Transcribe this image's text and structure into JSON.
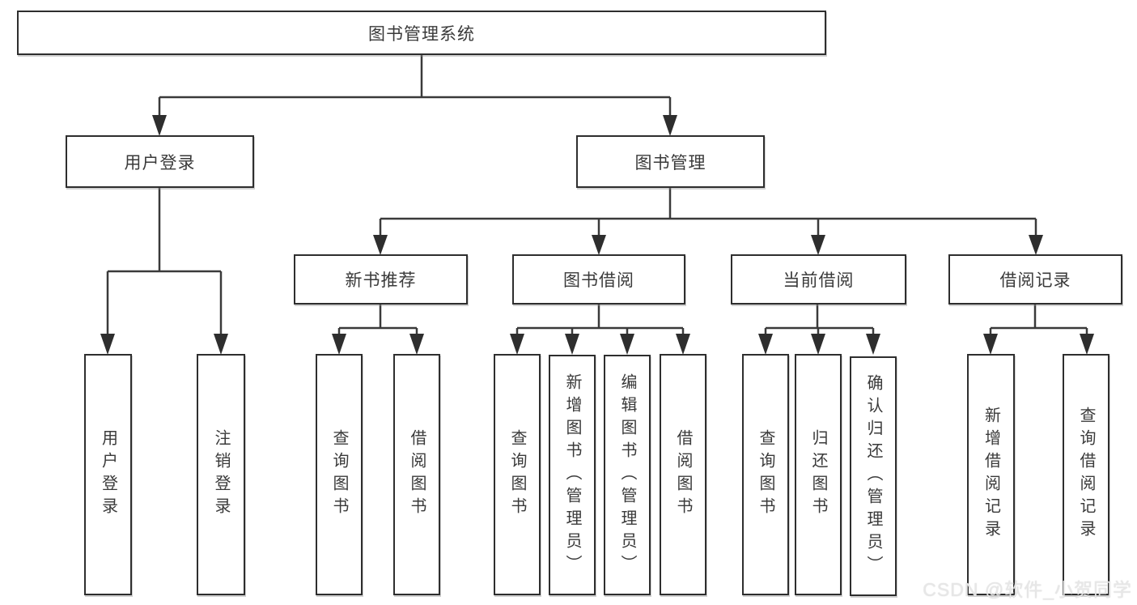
{
  "diagram": {
    "root_label": "图书管理系统",
    "level2": {
      "user_login": "用户登录",
      "book_mgmt": "图书管理"
    },
    "level3": {
      "new_books": "新书推荐",
      "book_borrow": "图书借阅",
      "current_borrow": "当前借阅",
      "borrow_records": "借阅记录"
    },
    "leaves": {
      "user_login": [
        "用户登录",
        "注销登录"
      ],
      "new_books": [
        "查询图书",
        "借阅图书"
      ],
      "book_borrow": [
        "查询图书",
        "新增图书（管理员）",
        "编辑图书（管理员）",
        "借阅图书"
      ],
      "current_borrow": [
        "查询图书",
        "归还图书",
        "确认归还（管理员）"
      ],
      "borrow_records": [
        "新增借阅记录",
        "查询借阅记录"
      ]
    }
  },
  "watermark": {
    "text": "CSDN @软件_小贺同学"
  },
  "colors": {
    "line": "#3a3a3a",
    "box_border": "#2e2e2e",
    "text": "#3a3a3a",
    "watermark": "#e8e8e8",
    "background": "#ffffff"
  }
}
